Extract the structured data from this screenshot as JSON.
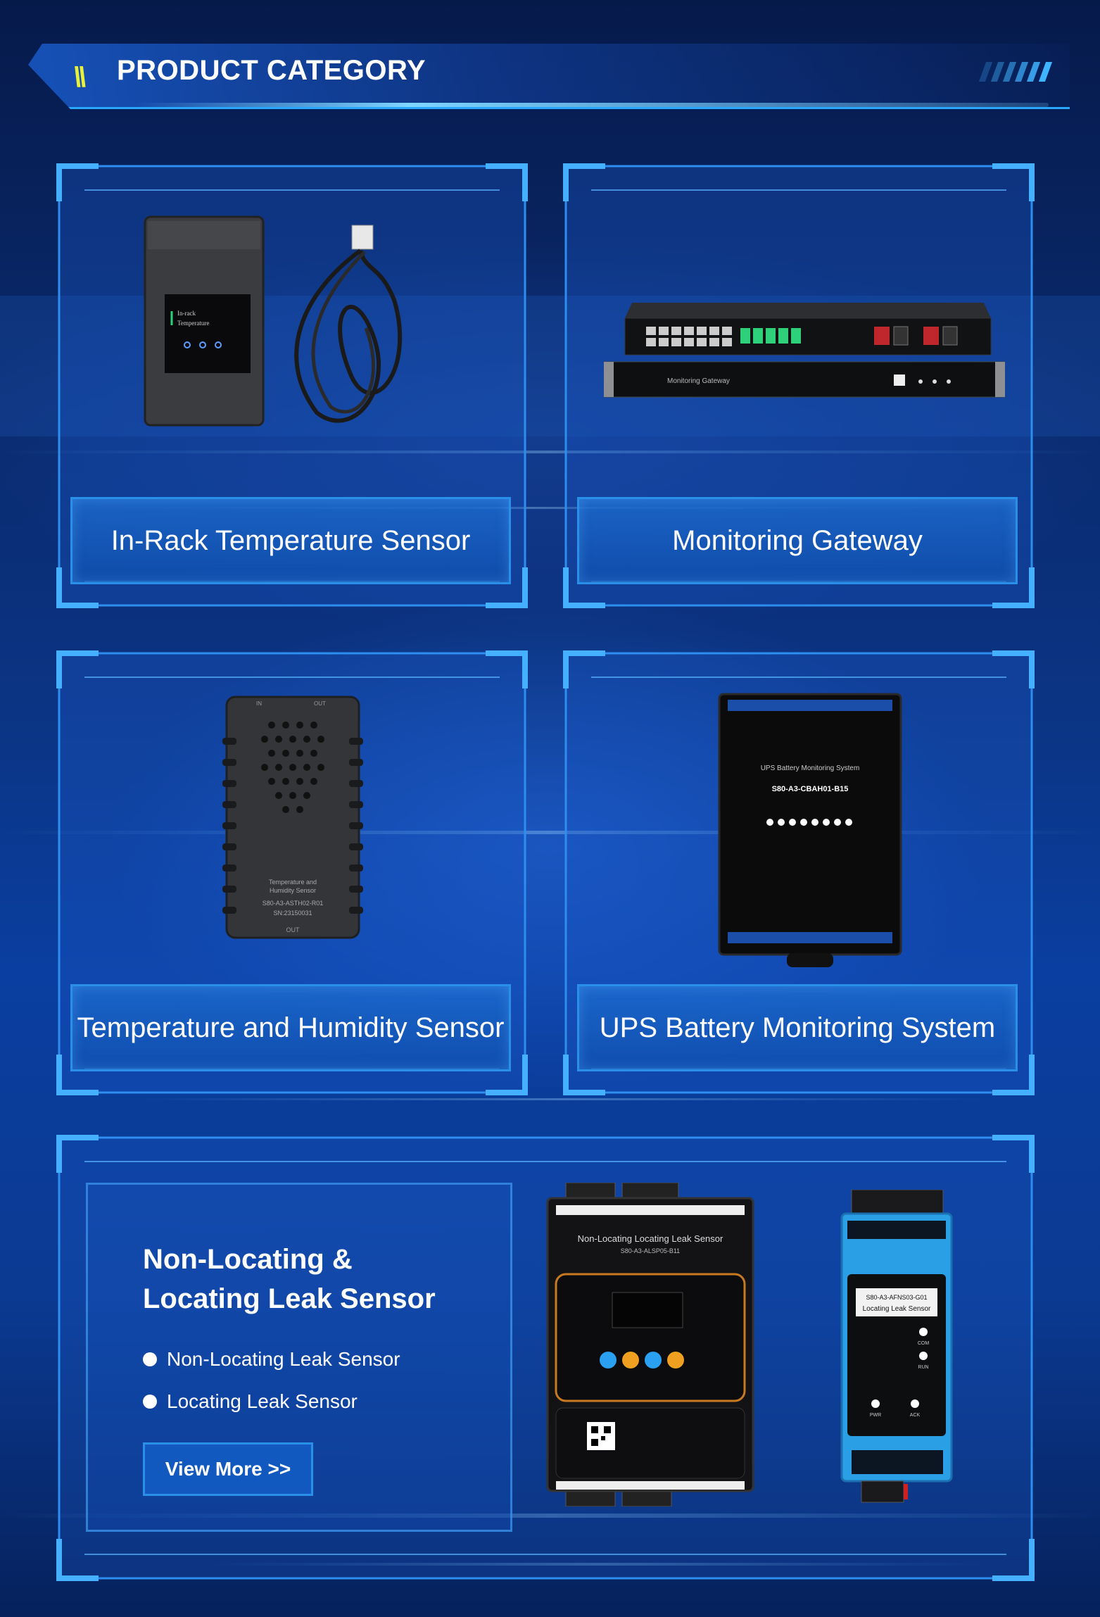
{
  "header": {
    "title": "PRODUCT CATEGORY",
    "slash_icon": "double-slash-icon",
    "stripe_icon": "stripes-decoration-icon"
  },
  "products": [
    {
      "label": "In-Rack Temperature Sensor",
      "device_text": [
        "In-rack",
        "Temperature"
      ]
    },
    {
      "label": "Monitoring Gateway",
      "device_text": [
        "Monitoring Gateway"
      ]
    },
    {
      "label": "Temperature and Humidity Sensor",
      "device_text": [
        "Temperature and",
        "Humidity Sensor",
        "S80-A3-ASTH02-R01",
        "SN:23150031",
        "IN",
        "OUT",
        "OUT"
      ]
    },
    {
      "label": "UPS Battery Monitoring System",
      "device_text": [
        "UPS Battery Monitoring System",
        "S80-A3-CBAH01-B15"
      ]
    }
  ],
  "leak": {
    "title_line1": "Non-Locating &",
    "title_line2": "Locating Leak Sensor",
    "items": [
      "Non-Locating Leak Sensor",
      "Locating Leak Sensor"
    ],
    "button_label": "View More >>",
    "device1_text": [
      "Non-Locating  Locating Leak Sensor",
      "S80-A3-ALSP05-B11"
    ],
    "device2_text": [
      "S80-A3-AFNS03-G01",
      "Locating Leak Sensor",
      "COM",
      "RUN",
      "PWR",
      "ACK"
    ]
  },
  "colors": {
    "accent": "#2a8fe8",
    "glow": "#3fb4ff",
    "slash": "#e8f23a",
    "bg_top": "#061a4a",
    "bg_mid": "#0a3ea0"
  }
}
